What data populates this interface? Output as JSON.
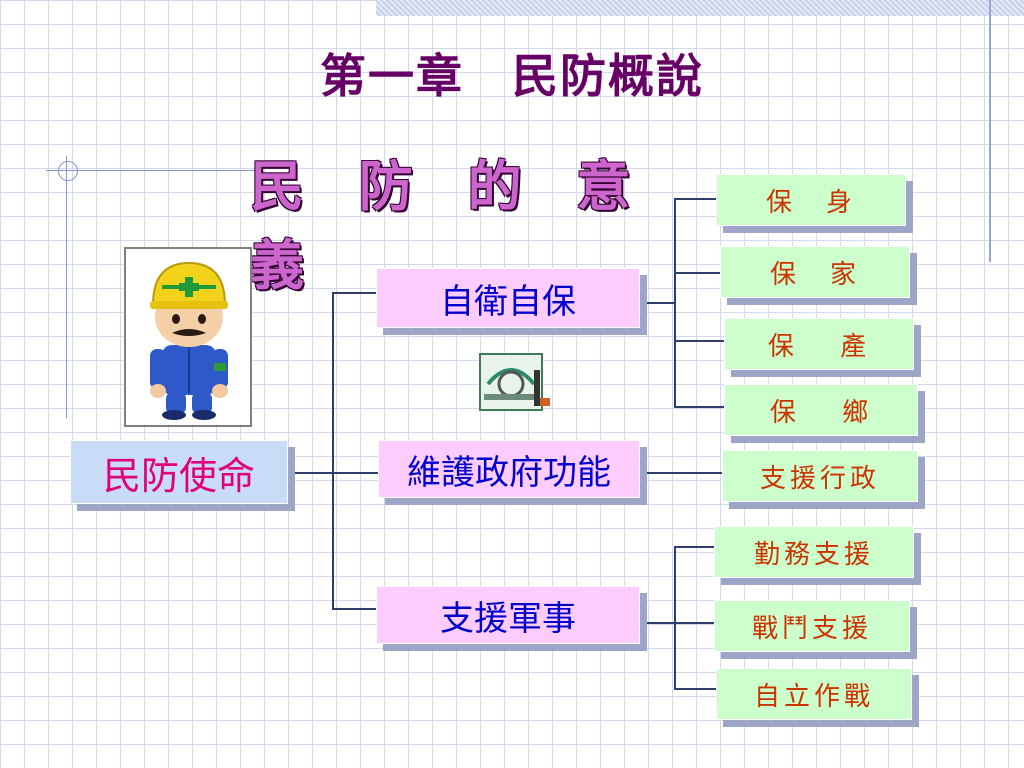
{
  "title": "第一章　民防概說",
  "subtitle": "民 防 的 意 義",
  "root": {
    "label": "民防使命"
  },
  "branches": [
    {
      "label": "自衛自保",
      "children": [
        "保　身",
        "保　家",
        "保　 產",
        "保　 鄉"
      ]
    },
    {
      "label": "維護政府功能",
      "children": [
        "支援行政"
      ]
    },
    {
      "label": "支援軍事",
      "children": [
        "勤務支援",
        "戰鬥支援",
        "自立作戰"
      ]
    }
  ],
  "colors": {
    "title": "#660066",
    "subtitle": "#cc66cc",
    "root_text": "#e0007a",
    "branch_text": "#0000cc",
    "leaf_text": "#cc3300",
    "line": "#2f3f6b"
  },
  "icons": {
    "figure": "civil-defense-worker-icon",
    "emblem": "civil-defense-emblem-icon"
  }
}
